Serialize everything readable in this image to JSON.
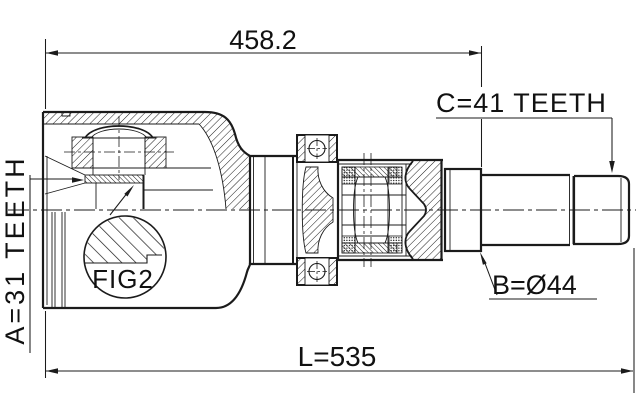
{
  "labels": {
    "dim_top": "458.2",
    "teeth_c": "C=41 TEETH",
    "teeth_a": "A=31 TEETH",
    "diameter_b": "B=Ø44",
    "length_l": "L=535",
    "figure": "FIG2"
  },
  "colors": {
    "line": "#1b1b1b",
    "background": "#ffffff"
  }
}
